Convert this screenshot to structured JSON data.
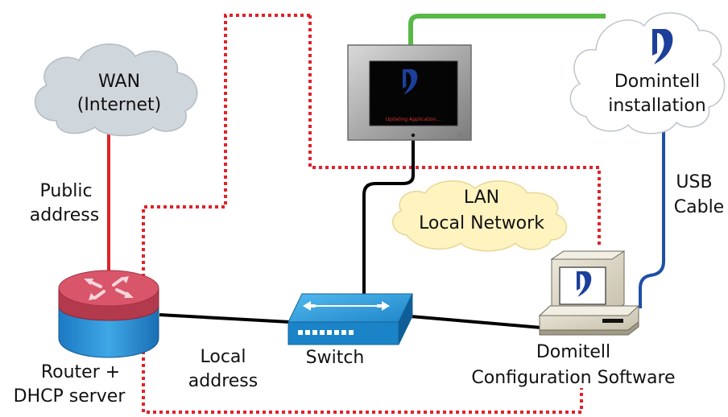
{
  "clouds": {
    "wan": {
      "line1": "WAN",
      "line2": "(Internet)",
      "fill": "#cfd6dc"
    },
    "domintell": {
      "line1": "Domintell",
      "line2": "installation",
      "fill": "#ffffff"
    },
    "lan": {
      "line1": "LAN",
      "line2": "Local Network",
      "fill": "#fff3bf"
    }
  },
  "labels": {
    "public_address_1": "Public",
    "public_address_2": "address",
    "usb_cable_1": "USB",
    "usb_cable_2": "Cable",
    "local_address_1": "Local",
    "local_address_2": "address",
    "switch": "Switch",
    "router_1": "Router +",
    "router_2": "DHCP server",
    "software_1": "Domitell",
    "software_2": "Configuration Software"
  },
  "touchscreen": {
    "status_text": "Updating Application..."
  },
  "colors": {
    "wan_link": "#e0222a",
    "green_link": "#58b947",
    "usb_link": "#1f4fa8",
    "lan_dotted": "#e0222a",
    "ethernet": "#000000",
    "brand_blue": "#1c3f9b"
  },
  "icons": {
    "router": "router-icon",
    "switch": "switch-icon",
    "touchscreen": "touchscreen-icon",
    "computer": "computer-icon",
    "logo": "domintell-logo-icon"
  }
}
